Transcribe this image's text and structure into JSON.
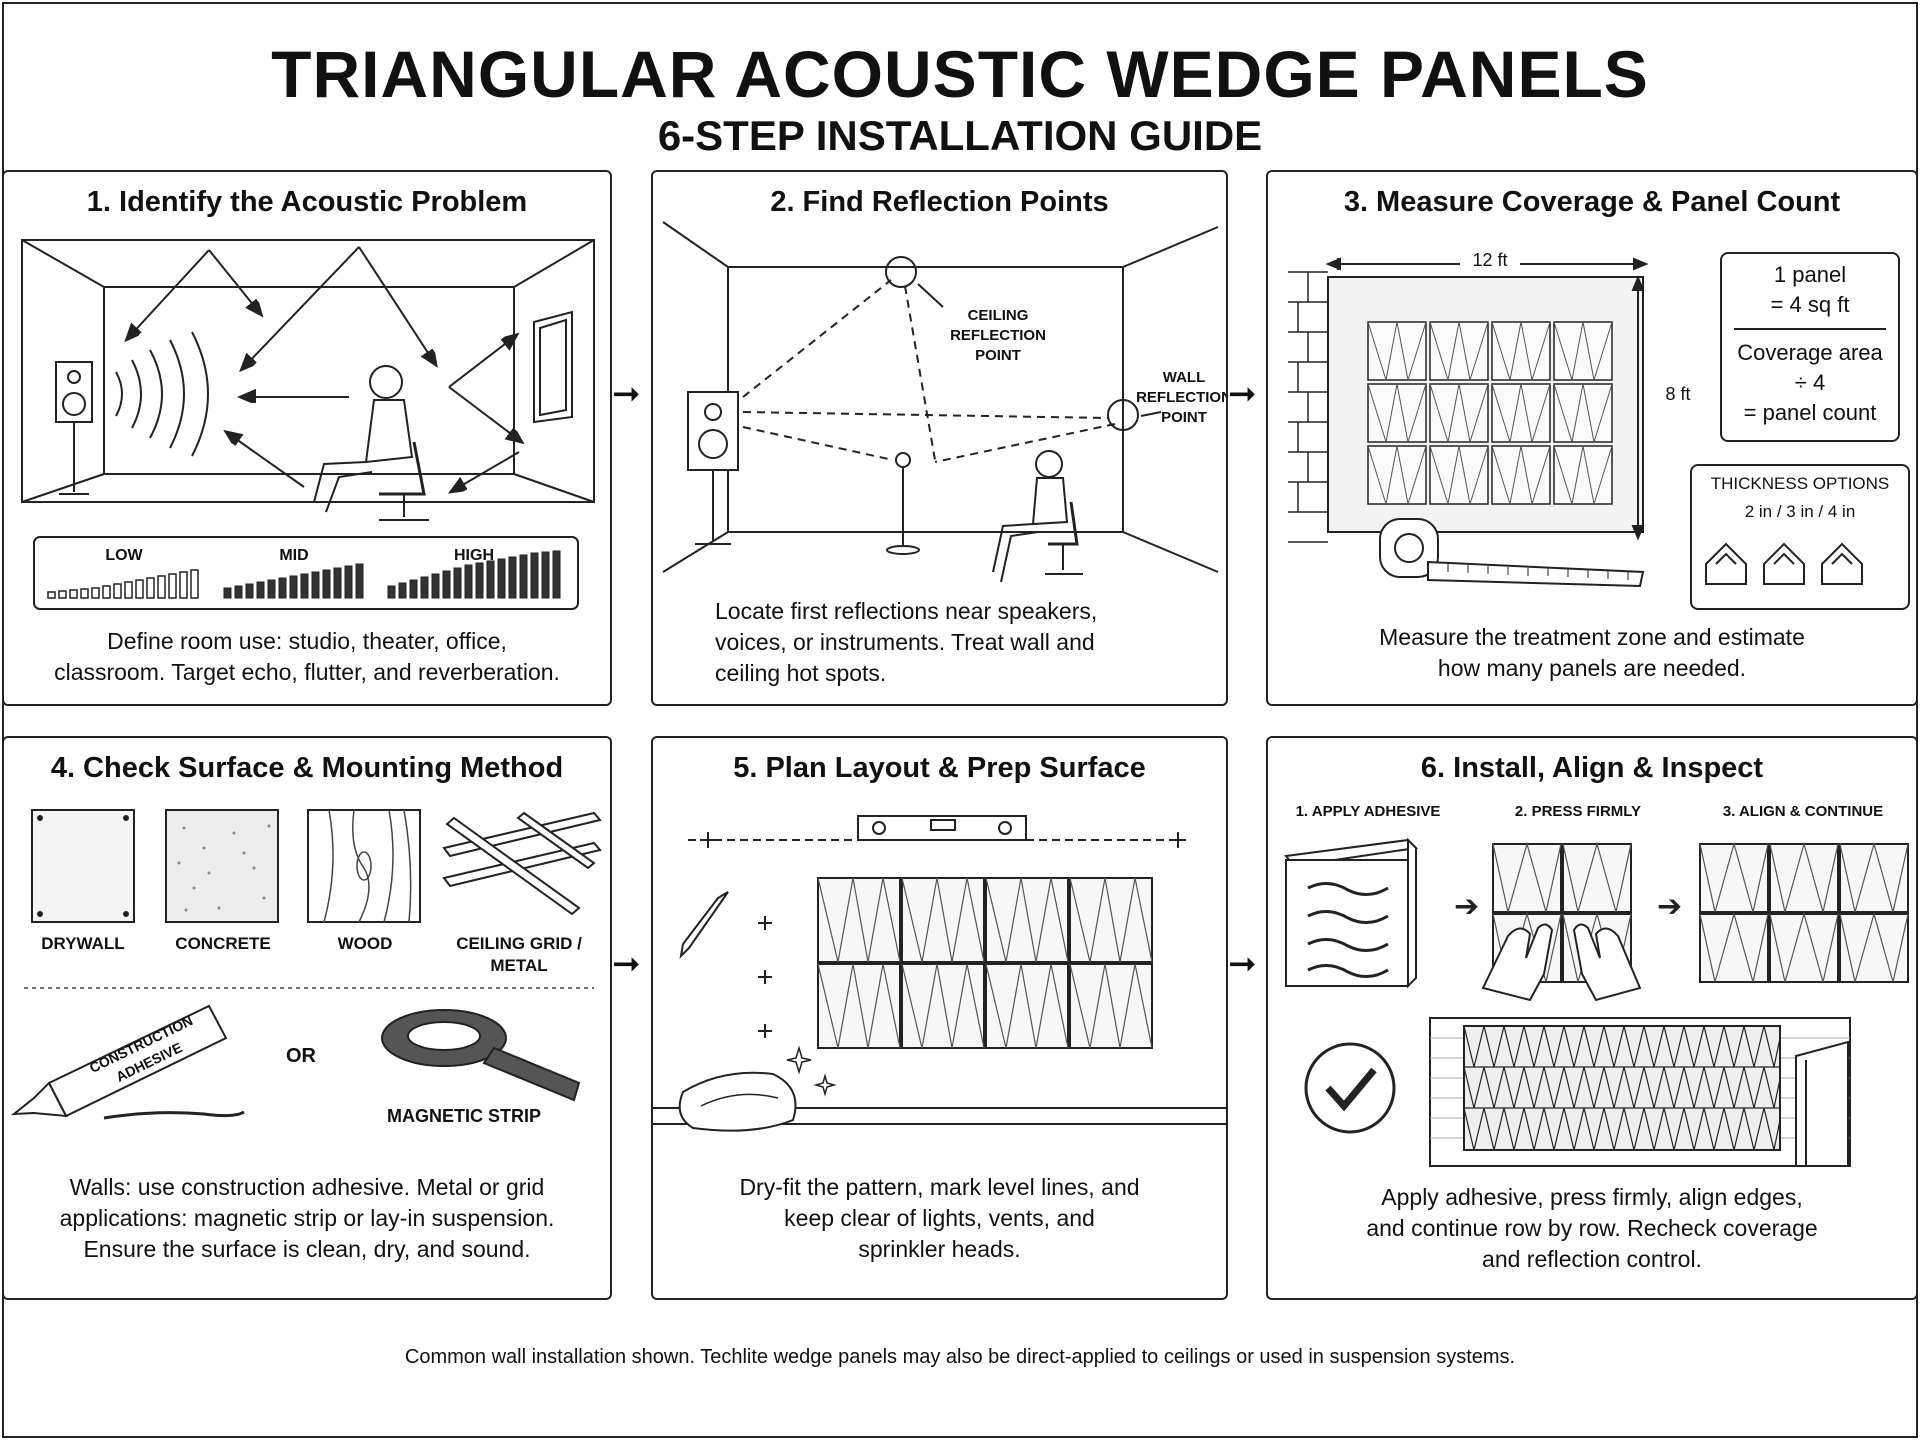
{
  "header": {
    "title": "TRIANGULAR ACOUSTIC WEDGE PANELS",
    "subtitle": "6-STEP INSTALLATION GUIDE"
  },
  "steps": [
    {
      "title": "1. Identify the Acoustic Problem",
      "freq_low": "LOW",
      "freq_mid": "MID",
      "freq_high": "HIGH",
      "caption_1": "Define room use: studio, theater, office,",
      "caption_2": "classroom. Target echo, flutter, and reverberation."
    },
    {
      "title": "2. Find Reflection Points",
      "ceiling_label_1": "CEILING",
      "ceiling_label_2": "REFLECTION",
      "ceiling_label_3": "POINT",
      "wall_label_1": "WALL",
      "wall_label_2": "REFLECTION",
      "wall_label_3": "POINT",
      "caption_1": "Locate first reflections near speakers,",
      "caption_2": "voices, or instruments. Treat wall and",
      "caption_3": "ceiling hot spots."
    },
    {
      "title": "3. Measure Coverage & Panel Count",
      "width": "12 ft",
      "height": "8 ft",
      "formula_1": "1 panel",
      "formula_2": "= 4 sq ft",
      "formula_3": "Coverage area",
      "formula_4": "÷ 4",
      "formula_5": "= panel count",
      "thickness_title": "THICKNESS OPTIONS",
      "thickness_values": "2 in / 3 in / 4 in",
      "caption_1": "Measure the treatment zone and estimate",
      "caption_2": "how many panels are needed."
    },
    {
      "title": "4. Check Surface & Mounting Method",
      "surface_1": "DRYWALL",
      "surface_2": "CONCRETE",
      "surface_3": "WOOD",
      "surface_4a": "CEILING GRID /",
      "surface_4b": "METAL",
      "tube_1": "CONSTRUCTION",
      "tube_2": "ADHESIVE",
      "or": "OR",
      "magnetic": "MAGNETIC STRIP",
      "caption_1": "Walls: use construction adhesive. Metal or grid",
      "caption_2": "applications: magnetic strip or lay-in suspension.",
      "caption_3": "Ensure the surface is clean, dry, and sound."
    },
    {
      "title": "5. Plan Layout & Prep Surface",
      "caption_1": "Dry-fit the pattern, mark level lines, and",
      "caption_2": "keep clear of lights, vents, and",
      "caption_3": "sprinkler heads."
    },
    {
      "title": "6. Install, Align & Inspect",
      "sub_1": "1. APPLY ADHESIVE",
      "sub_2": "2. PRESS FIRMLY",
      "sub_3": "3. ALIGN & CONTINUE",
      "caption_1": "Apply adhesive, press firmly, align edges,",
      "caption_2": "and continue row by row. Recheck coverage",
      "caption_3": "and reflection control."
    }
  ],
  "footer": "Common wall installation shown.  Techlite wedge panels may also be direct-applied to ceilings or used in suspension systems."
}
